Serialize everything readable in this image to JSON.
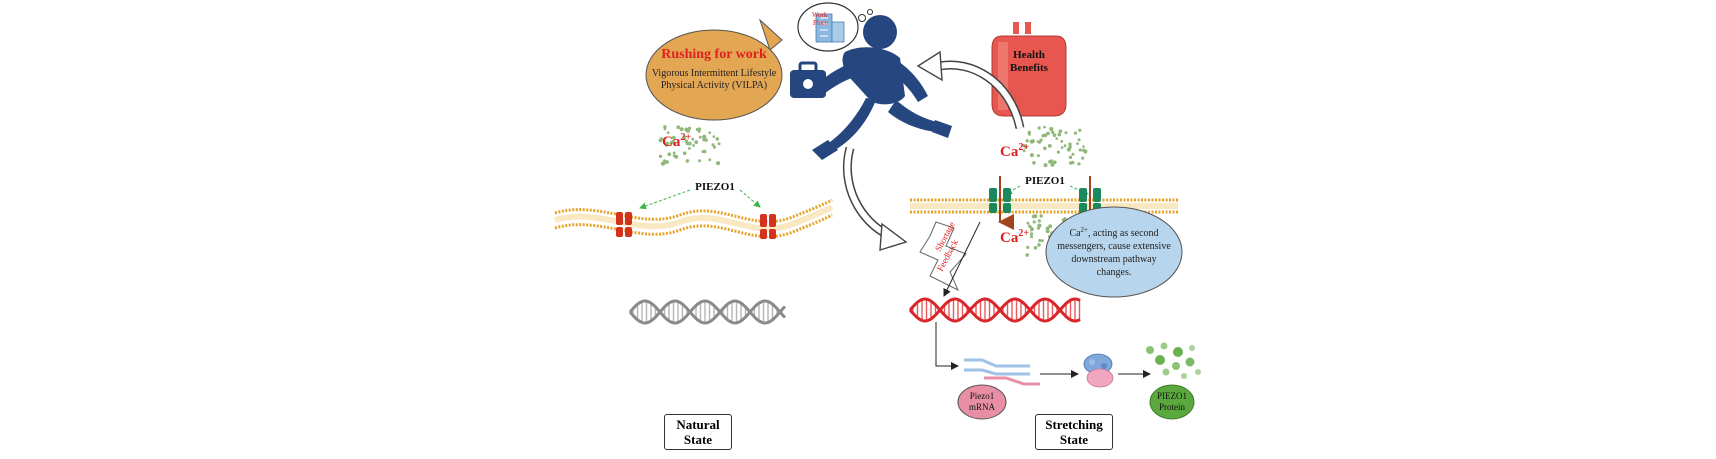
{
  "speech_bubble": {
    "title": "Rushing for work",
    "line1": "Vigorous Intermittent Lifestyle",
    "line2": "Physical Activity (VILPA)"
  },
  "thought_bubble": {
    "line1": "Work",
    "line2": "Place"
  },
  "health_bag": {
    "line1": "Health",
    "line2": "Benefits"
  },
  "ions": {
    "left_prefix": "Ca",
    "left_sup": "2+",
    "right_top_prefix": "Ca",
    "right_top_sup": "2+",
    "right_mid_prefix": "Ca",
    "right_mid_sup": "2+"
  },
  "channel_labels": {
    "left": "PIEZO1",
    "right": "PIEZO1"
  },
  "feedback": {
    "word1": "Shortage",
    "word2": "Feedback"
  },
  "messenger_bubble": {
    "prefix": "Ca",
    "sup": "2+",
    "line1_rest": ", acting as second",
    "line2": "messengers, cause extensive",
    "line3": "downstream pathway",
    "line4": "changes."
  },
  "mrna_label": {
    "line1": "Piezo1",
    "line2": "mRNA"
  },
  "protein_label": {
    "line1": "PIEZO1",
    "line2": "Protein"
  },
  "states": {
    "natural": {
      "line1": "Natural",
      "line2": "State"
    },
    "stretching": {
      "line1": "Stretching",
      "line2": "State"
    }
  },
  "colors": {
    "runner": "#26467f",
    "membrane": "#e5a32a",
    "piezo_left": "#d2321e",
    "piezo_right": "#1a8a5e",
    "dna_gray": "#9a9a9a",
    "dna_red": "#d8262a",
    "bubble_orange": "#e3a653",
    "bubble_blue": "#b7d5ec",
    "bag_red": "#e8574f",
    "calcium_dots": "#8fb87a",
    "protein_green": "#5aa83e",
    "mrna_pink": "#e88fa6",
    "ion_text": "#e02020",
    "green_arrow": "#3bb54a"
  }
}
